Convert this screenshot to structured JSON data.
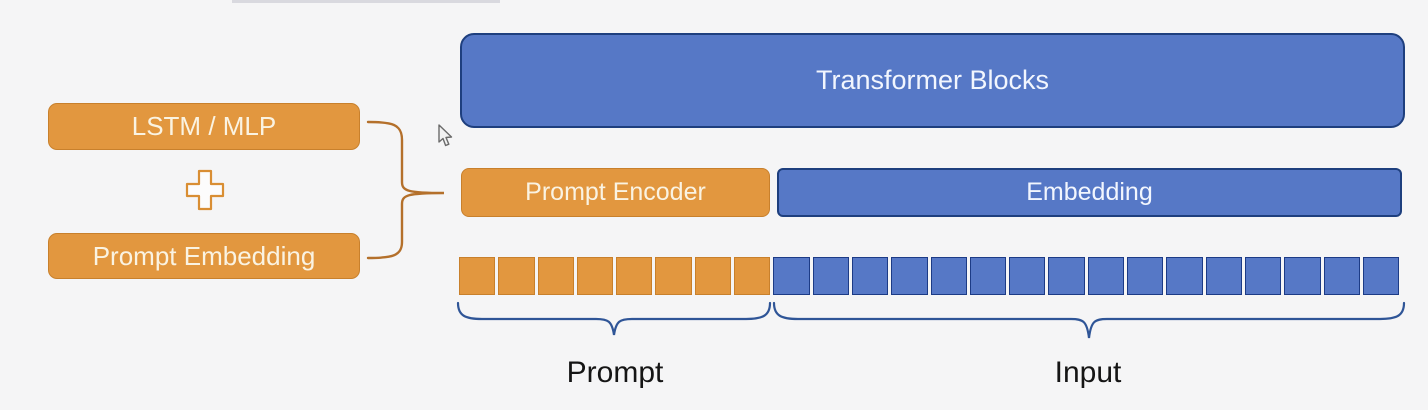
{
  "colors": {
    "background": "#f5f5f6",
    "orange": "#e2973f",
    "orange_border": "#c8802c",
    "blue": "#5678c6",
    "blue_border": "#1e3f7e",
    "blue_square_border": "#1c3b86",
    "brace_orange": "#b4702b",
    "brace_blue": "#2f5597",
    "box_text_orange": "#faf3e2",
    "box_text_blue": "#f2f6fe",
    "label_text": "#151515"
  },
  "left_panel": {
    "lstm_box_label": "LSTM / MLP",
    "plus_icon": "plus-icon",
    "prompt_embedding_box_label": "Prompt Embedding"
  },
  "diagram": {
    "transformer_box_label": "Transformer Blocks",
    "prompt_encoder_box_label": "Prompt Encoder",
    "embedding_box_label": "Embedding",
    "tokens": {
      "prompt_count": 8,
      "input_count": 16
    },
    "labels": {
      "prompt": "Prompt",
      "input": "Input"
    }
  },
  "cursor": "arrow-pointer"
}
